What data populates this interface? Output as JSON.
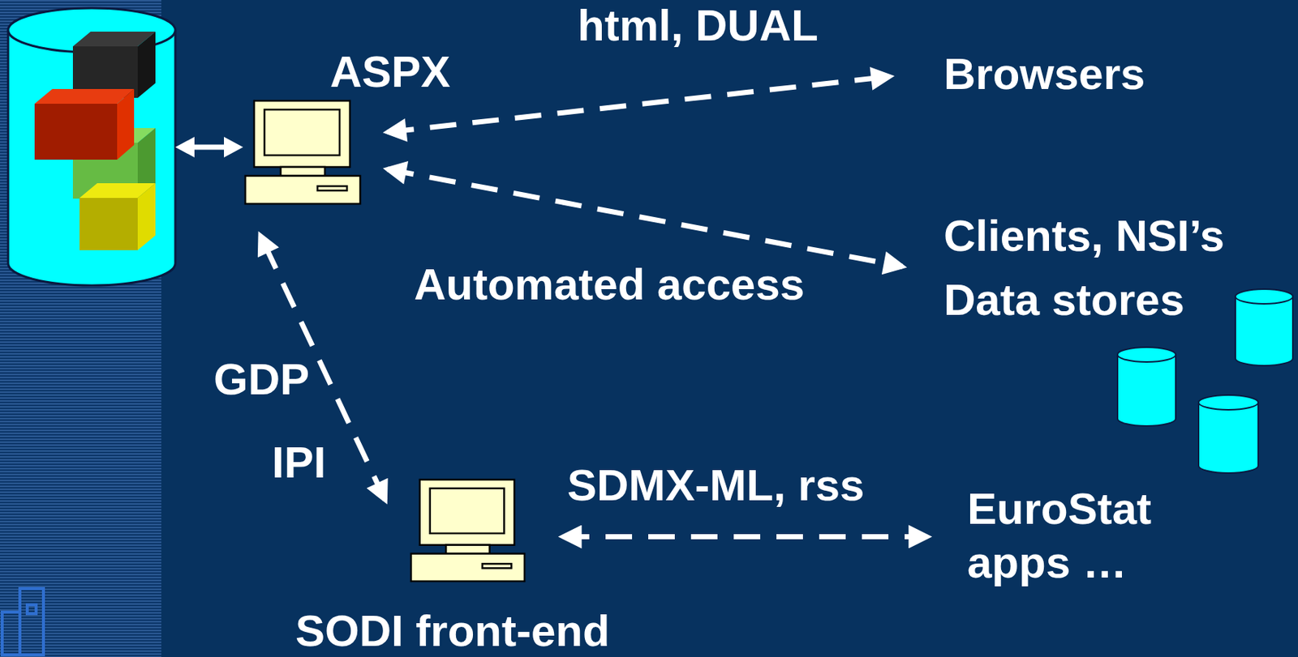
{
  "diagram": {
    "nodes": [
      {
        "text": [
          "ASPX"
        ]
      },
      {
        "text": [
          "Browsers"
        ]
      },
      {
        "text": [
          "Clients, NSI’s Data stores"
        ]
      },
      {
        "text": [
          "SODI front-end"
        ]
      },
      {
        "text": [
          "EuroStat apps …"
        ]
      }
    ],
    "edges": [
      {
        "from": 0,
        "to": 1,
        "label": "html, DUAL",
        "arrow": "both"
      },
      {
        "from": 0,
        "to": 2,
        "label": "Automated access",
        "arrow": "both"
      },
      {
        "from": 3,
        "to": 0,
        "arrow": "both"
      },
      {
        "from": 3,
        "to": 4,
        "label": "SDMX-ML, rss",
        "arrow": "both"
      }
    ],
    "labels": [
      "GDP",
      "IPI"
    ]
  }
}
